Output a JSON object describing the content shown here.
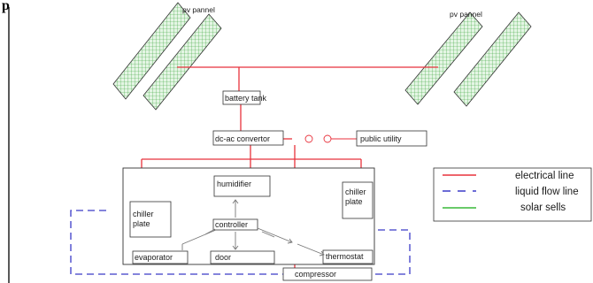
{
  "heading": "p",
  "panels": {
    "left_label": "pv pannel",
    "right_label": "pv pannel"
  },
  "boxes": {
    "battery": "battery tank",
    "convertor": "dc-ac convertor",
    "utility": "public utility",
    "humidifier": "humidifier",
    "controller": "controller",
    "chiller_left": [
      "chiller",
      "plate"
    ],
    "chiller_right": [
      "chiller",
      "plate"
    ],
    "evaporator": "evaporator",
    "door": "door",
    "thermostat": "thermostat",
    "compressor": "compressor"
  },
  "legend": {
    "electrical": "electrical line",
    "liquid": "liquid flow line",
    "solar": "solar sells"
  },
  "colors": {
    "electrical": "#e8323c",
    "liquid": "#3b3bc8",
    "solar": "#38b838",
    "panel_fill": "#e4f5e4"
  }
}
